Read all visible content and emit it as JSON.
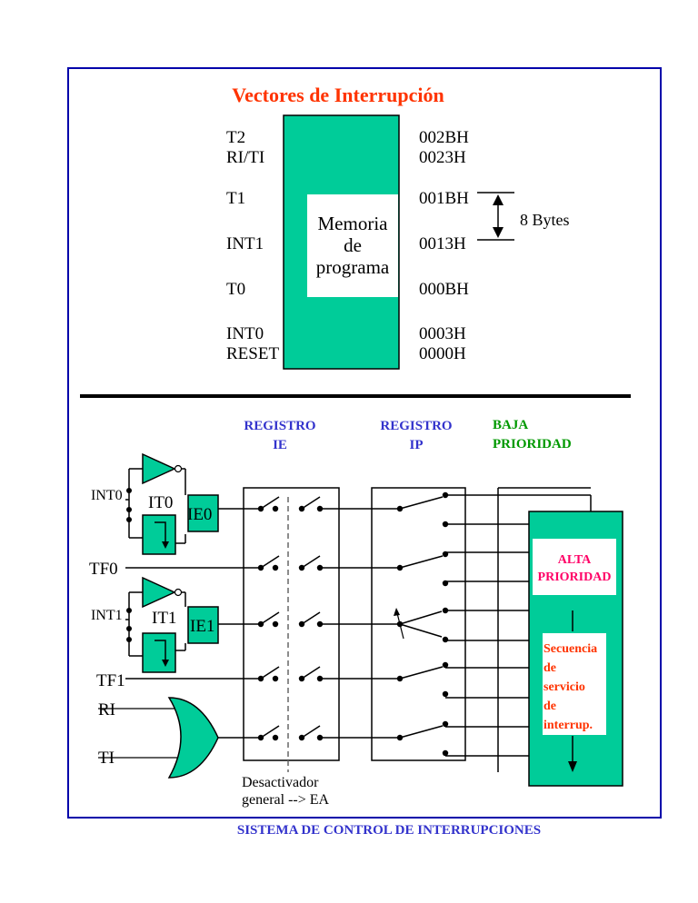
{
  "title": "Vectores de Interrupción",
  "memory": {
    "label_lines": [
      "Memoria",
      "de",
      "programa"
    ],
    "left_labels": {
      "t2": "T2",
      "riti": "RI/TI",
      "t1": "T1",
      "int1": "INT1",
      "t0": "T0",
      "int0": "INT0",
      "reset": "RESET"
    },
    "addresses": {
      "a002b": "002BH",
      "a0023": "0023H",
      "a001b": "001BH",
      "a0013": "0013H",
      "a000b": "000BH",
      "a0003": "0003H",
      "a0000": "0000H"
    },
    "bytes_label": "8 Bytes"
  },
  "registers": {
    "ie_line1": "REGISTRO",
    "ie_line2": "IE",
    "ip_line1": "REGISTRO",
    "ip_line2": "IP"
  },
  "priority": {
    "low_line1": "BAJA",
    "low_line2": "PRIORIDAD",
    "high_line1": "ALTA",
    "high_line2": "PRIORIDAD"
  },
  "sequence_lines": [
    "Secuencia",
    "de",
    "servicio",
    "de",
    "interrup."
  ],
  "sources": {
    "int0": "INT0",
    "it0": "IT0",
    "ie0": "IE0",
    "tf0": "TF0",
    "int1": "INT1",
    "it1": "IT1",
    "ie1": "IE1",
    "tf1": "TF1",
    "ri": "RI",
    "ti": "TI"
  },
  "ea_line1": "Desactivador",
  "ea_line2": "general --> EA",
  "caption": "SISTEMA DE CONTROL DE INTERRUPCIONES",
  "colors": {
    "teal": "#00CC99",
    "title_red": "#FF3300",
    "blue_label": "#3333CC",
    "green_label": "#009900",
    "magenta": "#FF0066",
    "frame_blue": "#0000AA"
  }
}
